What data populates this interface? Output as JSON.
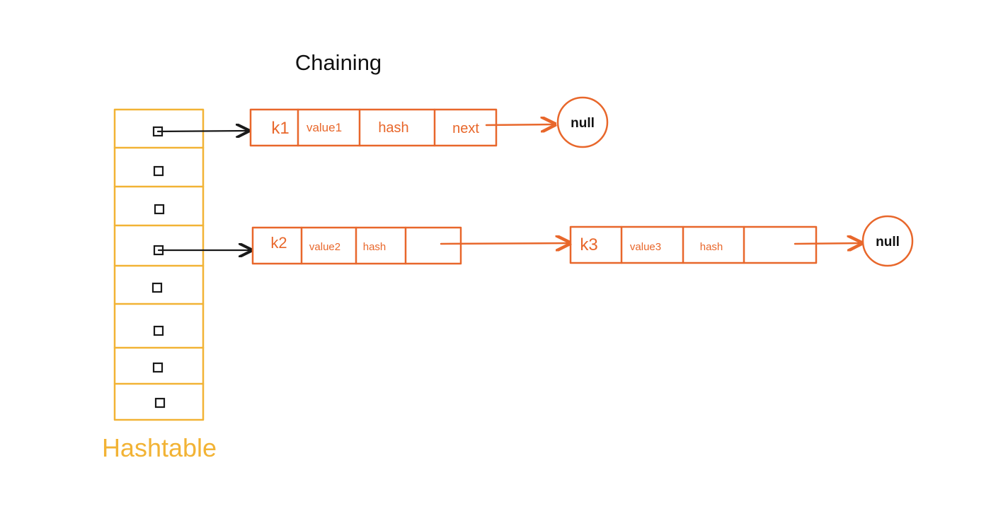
{
  "diagram": {
    "title": "Chaining",
    "table_label": "Hashtable",
    "colors": {
      "orange": "#e8672b",
      "yellow": "#f2b335",
      "black": "#1a1a1a"
    },
    "nodes": [
      {
        "key": "k1",
        "value": "value1",
        "hash": "hash",
        "next": "next"
      },
      {
        "key": "k2",
        "value": "value2",
        "hash": "hash",
        "next": ""
      },
      {
        "key": "k3",
        "value": "value3",
        "hash": "hash",
        "next": ""
      }
    ],
    "terminals": [
      "null",
      "null"
    ]
  }
}
